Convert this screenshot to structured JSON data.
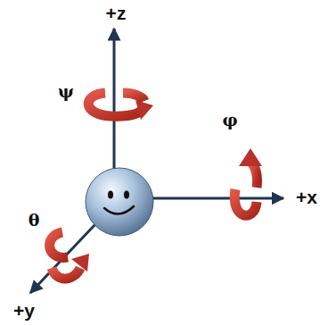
{
  "diagram": {
    "labels": [
      "+z",
      "ψ",
      "φ",
      "+x",
      "θ",
      "+y"
    ]
  }
}
